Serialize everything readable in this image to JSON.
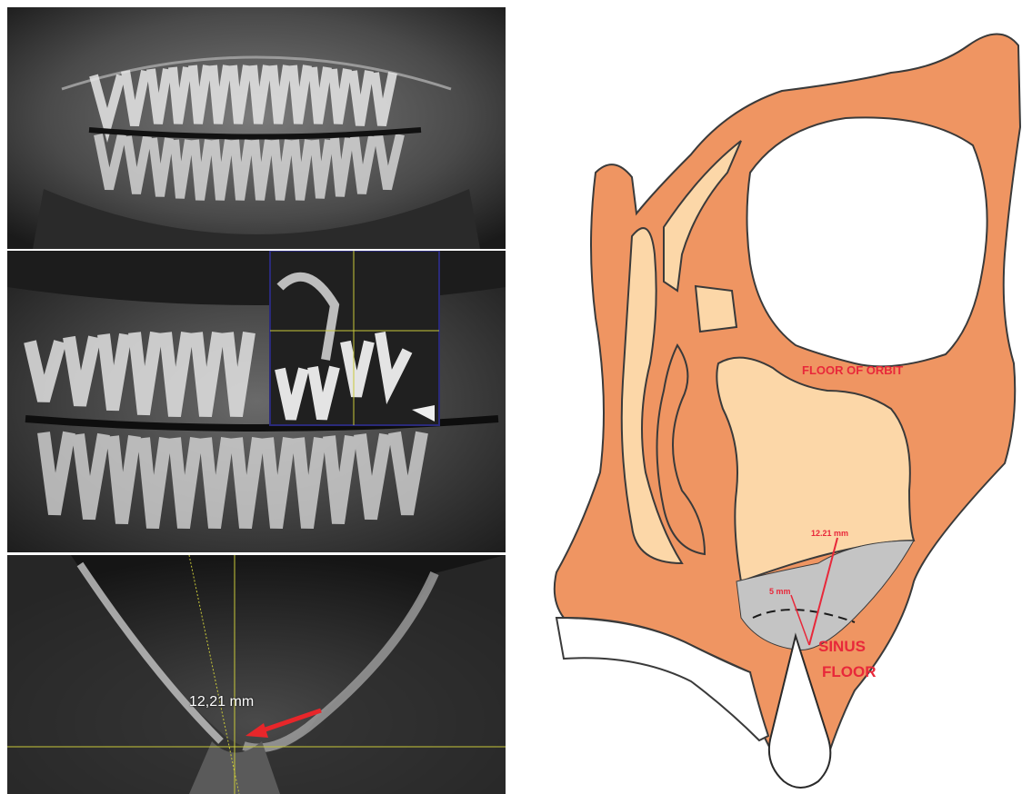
{
  "panels": {
    "panoramic": {
      "icon": "panoramic-xray"
    },
    "zoomed": {
      "icon": "zoomed-xray"
    },
    "cross_section": {
      "measurement_label": "12,21 mm",
      "arrow_color": "#e8262a",
      "crosshair_color": "#c8c83a"
    }
  },
  "diagram": {
    "bone_color": "#ef9562",
    "sinus_color": "#fcd7a8",
    "graft_color": "#c4c4c4",
    "floor_of_orbit_label": "FLOOR OF ORBIT",
    "measurement_long": "12.21 mm",
    "measurement_short": "5 mm",
    "sinus_label": "SINUS",
    "floor_label": "FLOOR",
    "label_color": "#e8283a"
  }
}
